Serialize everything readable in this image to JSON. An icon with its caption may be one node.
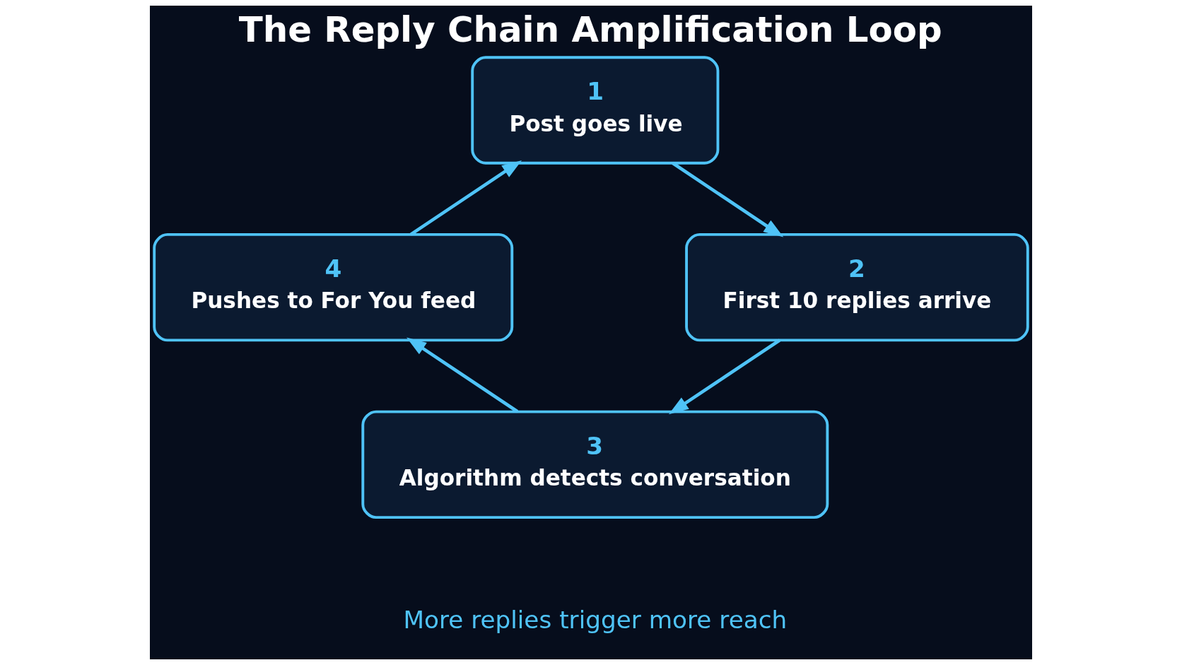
{
  "diagram": {
    "title": "The Reply Chain Amplification Loop",
    "caption": "More replies trigger more reach",
    "nodes": [
      {
        "text": [
          "1",
          "Post goes live"
        ]
      },
      {
        "text": [
          "2",
          "First 10 replies arrive"
        ]
      },
      {
        "text": [
          "3",
          "Algorithm detects conversation"
        ]
      },
      {
        "text": [
          "4",
          "Pushes to For You feed"
        ]
      }
    ],
    "edges": [
      {
        "from": 0,
        "to": 1,
        "arrow": "to"
      },
      {
        "from": 1,
        "to": 2,
        "arrow": "to"
      },
      {
        "from": 2,
        "to": 3,
        "arrow": "to"
      },
      {
        "from": 3,
        "to": 0,
        "arrow": "to"
      }
    ]
  }
}
